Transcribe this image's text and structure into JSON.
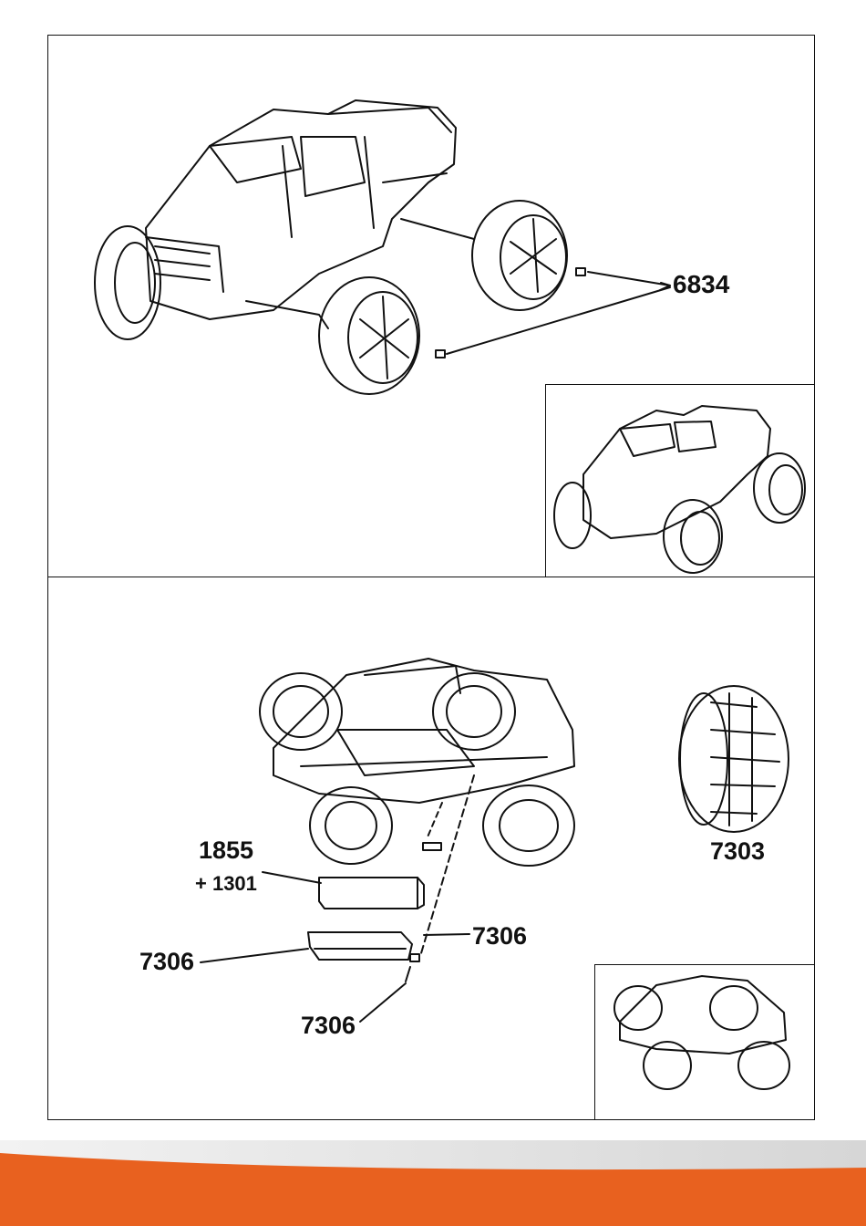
{
  "panels": [
    {
      "id": "top",
      "labels": {
        "rear_wheel_nut": "6834"
      }
    },
    {
      "id": "bottom",
      "labels": {
        "battery": "1855",
        "battery_addon": "+ 1301",
        "battery_cover_clip": "7306",
        "battery_cover": "7306",
        "pin": "7306",
        "tire": "7303"
      }
    }
  ],
  "colors": {
    "line": "#111111",
    "band_orange": "#e8611f",
    "band_grey": "#d9d9d9"
  },
  "icons": [
    "truck-iso-view",
    "truck-thumbnail",
    "truck-underside-view",
    "tire-icon",
    "battery-icon",
    "battery-cover-icon"
  ]
}
